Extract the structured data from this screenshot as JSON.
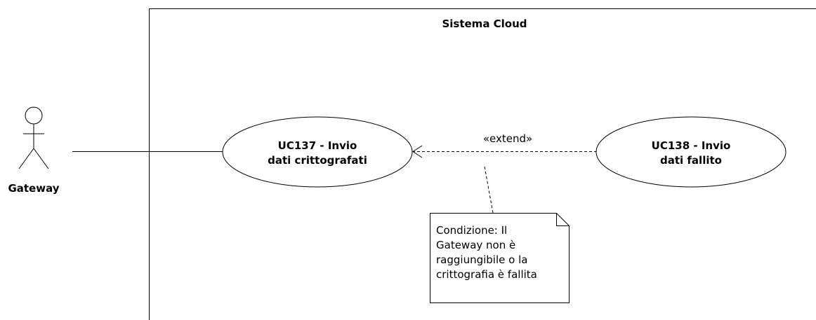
{
  "system": {
    "name": "Sistema Cloud"
  },
  "actors": [
    {
      "id": "gateway",
      "name": "Gateway"
    }
  ],
  "use_cases": [
    {
      "id": "uc137",
      "line1": "UC137 - Invio",
      "line2": "dati crittografati"
    },
    {
      "id": "uc138",
      "line1": "UC138 - Invio",
      "line2": "dati fallito"
    }
  ],
  "relationships": [
    {
      "type": "association",
      "from": "gateway",
      "to": "uc137"
    },
    {
      "type": "extend",
      "from": "uc138",
      "to": "uc137",
      "label": "«extend»"
    }
  ],
  "note": {
    "lines": [
      "Condizione: Il",
      "Gateway non è",
      "raggiungibile o la",
      "crittografia è fallita"
    ]
  }
}
